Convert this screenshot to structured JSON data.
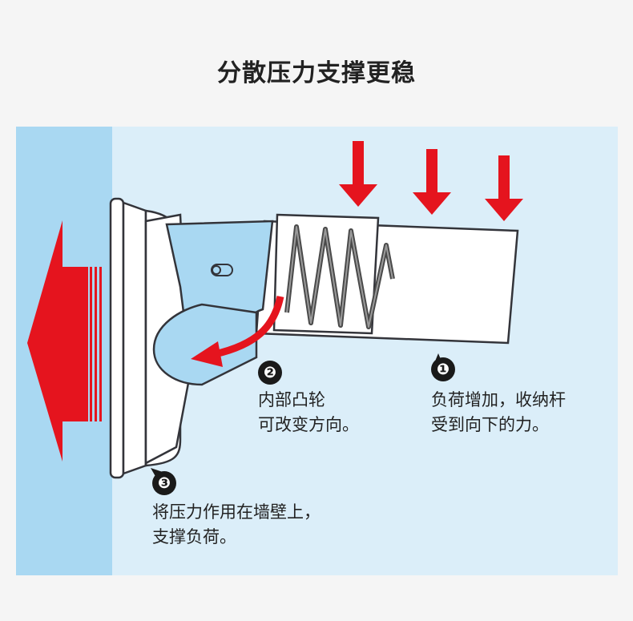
{
  "title": "分散压力支撑更稳",
  "colors": {
    "background": "#f5f5f5",
    "panel": "#dbeef9",
    "wall": "#a9d8f2",
    "arrow_red": "#e5141e",
    "joint_blue": "#a9d8f2",
    "outline": "#33343a"
  },
  "steps": [
    {
      "number": "❶",
      "lines": [
        "负荷增加，收纳杆",
        "受到向下的力。"
      ]
    },
    {
      "number": "❷",
      "lines": [
        "内部凸轮",
        "可改变方向。"
      ]
    },
    {
      "number": "❸",
      "lines": [
        "将压力作用在墙壁上，",
        "支撑负荷。"
      ]
    }
  ],
  "icons": [
    "down-arrow-icon",
    "left-arrow-icon",
    "curved-arrow-icon",
    "spring-icon"
  ]
}
